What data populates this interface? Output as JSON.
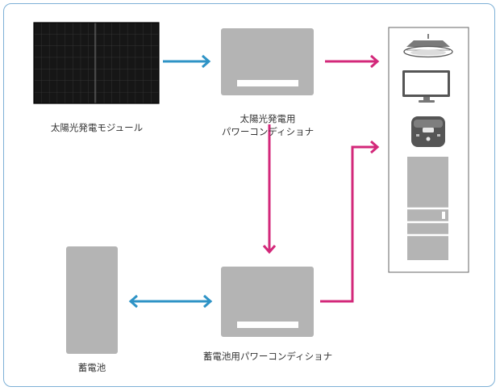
{
  "labels": {
    "solar_module": "太陽光発電モジュール",
    "solar_pcs_line1": "太陽光発電用",
    "solar_pcs_line2": "パワーコンディショナ",
    "battery": "蓄電池",
    "battery_pcs": "蓄電池用パワーコンディショナ"
  },
  "colors": {
    "blue_arrow": "#2e93c6",
    "pink_arrow": "#d3287a",
    "unit_gray": "#b4b4b4",
    "frame_border": "#7db0d6",
    "panel_dark": "#1c1c1c"
  },
  "icons": [
    "ceiling-light-icon",
    "television-icon",
    "rice-cooker-icon",
    "refrigerator-icon"
  ]
}
